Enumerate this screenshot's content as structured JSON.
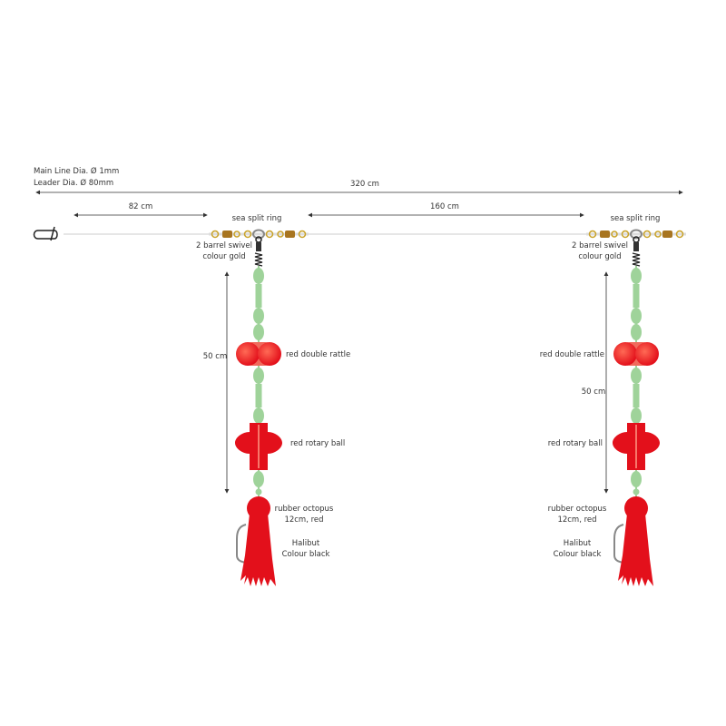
{
  "specs": {
    "main_line": "Main Line Dia. Ø 1mm",
    "leader": "Leader Dia. Ø 80mm"
  },
  "dimensions": {
    "total": "320 cm",
    "first": "82 cm",
    "spacing": "160 cm",
    "dropper_left": "50 cm",
    "dropper_right": "50 cm"
  },
  "labels": {
    "split_ring": "sea split ring",
    "swivel_1": "2 barrel swivel",
    "swivel_2": "colour gold",
    "rattle": "red double rattle",
    "rotary": "red rotary ball",
    "octopus_1": "rubber octopus",
    "octopus_2": "12cm, red",
    "hook_1": "Halibut",
    "hook_2": "Colour black"
  },
  "colors": {
    "bead": "#9fd39a",
    "red": "#e3101b",
    "gold": "#c9a227",
    "line": "#cccccc"
  }
}
